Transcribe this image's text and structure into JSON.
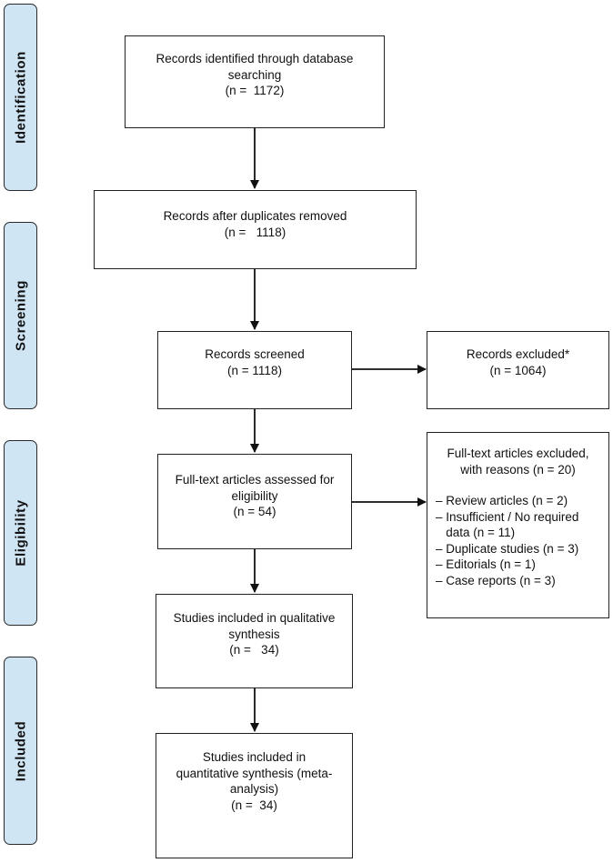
{
  "phases": {
    "identification": "Identification",
    "screening": "Screening",
    "eligibility": "Eligibility",
    "included": "Included"
  },
  "boxes": {
    "identified": [
      "Records identified through database",
      "searching",
      "(n =  1172)"
    ],
    "after_duplicates": [
      "Records after duplicates removed",
      "(n =   1118)"
    ],
    "screened": [
      "Records screened",
      "(n = 1118)"
    ],
    "excluded": [
      "Records excluded*",
      "(n = 1064)"
    ],
    "fulltext_assessed": [
      "Full-text articles assessed for",
      "eligibility",
      "(n = 54)"
    ],
    "fulltext_excluded": {
      "heading": [
        "Full-text articles excluded,",
        "with reasons (n = 20)"
      ],
      "reasons": [
        "– Review articles (n = 2)",
        "– Insufficient / No required",
        "   data (n = 11)",
        "– Duplicate studies (n = 3)",
        "– Editorials (n = 1)",
        "– Case reports (n = 3)"
      ]
    },
    "qualitative": [
      "Studies included in qualitative",
      "synthesis",
      "(n =   34)"
    ],
    "quantitative": [
      "Studies included in",
      "quantitative synthesis (meta-",
      "analysis)",
      "(n =  34)"
    ]
  }
}
